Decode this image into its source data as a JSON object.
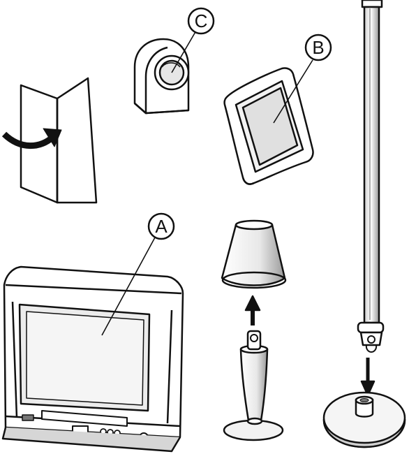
{
  "callouts": {
    "a": "A",
    "b": "B",
    "c": "C"
  },
  "colors": {
    "ink": "#111111",
    "paper": "#ffffff",
    "shade": "#d9d9d9",
    "dark": "#7a7a7a"
  },
  "items": [
    "folded-card-icon",
    "round-clock-icon",
    "picture-frame-icon",
    "television-icon",
    "table-lamp-icon",
    "floor-lamp-icon"
  ]
}
